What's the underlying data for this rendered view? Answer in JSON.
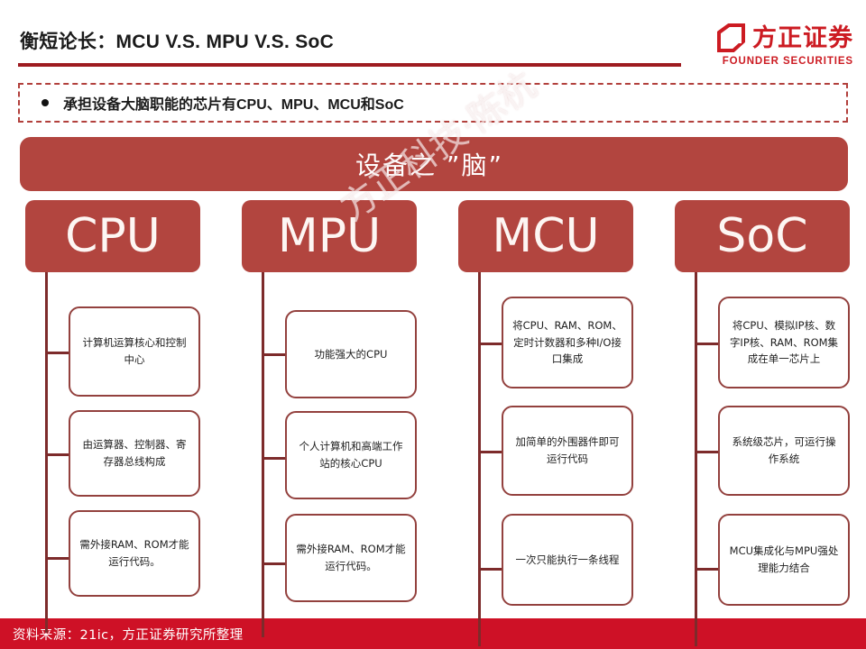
{
  "header": {
    "title": "衡短论长：MCU V.S. MPU V.S. SoC",
    "rule_color": "#9E1B20",
    "logo": {
      "mark": "founder-diamond-logo",
      "cn_name": "方正证券",
      "en_name": "FOUNDER SECURITIES",
      "color": "#CC1B22"
    }
  },
  "bullet": {
    "marker": "bullet-dot",
    "text": "承担设备大脑职能的芯片有CPU、MPU、MCU和SoC",
    "border_color": "#B2403C"
  },
  "banner": {
    "text": "设备之 ”脑”",
    "bg_color": "#B2453F",
    "text_color": "#FFFFFF"
  },
  "watermark": {
    "text": "方正科技·陈杭"
  },
  "diagram": {
    "head_bg": "#B2453F",
    "card_border": "#93413E",
    "connector_color": "#7D2B2B",
    "columns": [
      {
        "id": "cpu",
        "label": "CPU",
        "cards": [
          "计算机运算核心和控制中心",
          "由运算器、控制器、寄存器总线构成",
          "需外接RAM、ROM才能运行代码。"
        ]
      },
      {
        "id": "mpu",
        "label": "MPU",
        "cards": [
          "功能强大的CPU",
          "个人计算机和高端工作站的核心CPU",
          "需外接RAM、ROM才能运行代码。"
        ]
      },
      {
        "id": "mcu",
        "label": "MCU",
        "cards": [
          "将CPU、RAM、ROM、定时计数器和多种I/O接口集成",
          "加简单的外围器件即可运行代码",
          "一次只能执行一条线程"
        ]
      },
      {
        "id": "soc",
        "label": "SoC",
        "cards": [
          "将CPU、模拟IP核、数字IP核、RAM、ROM集成在单一芯片上",
          "系统级芯片，可运行操作系统",
          "MCU集成化与MPU强处理能力结合"
        ]
      }
    ]
  },
  "footer": {
    "text": "资料来源：21ic，方正证券研究所整理",
    "bg_color": "#CE1126",
    "text_color": "#FFFFFF"
  }
}
